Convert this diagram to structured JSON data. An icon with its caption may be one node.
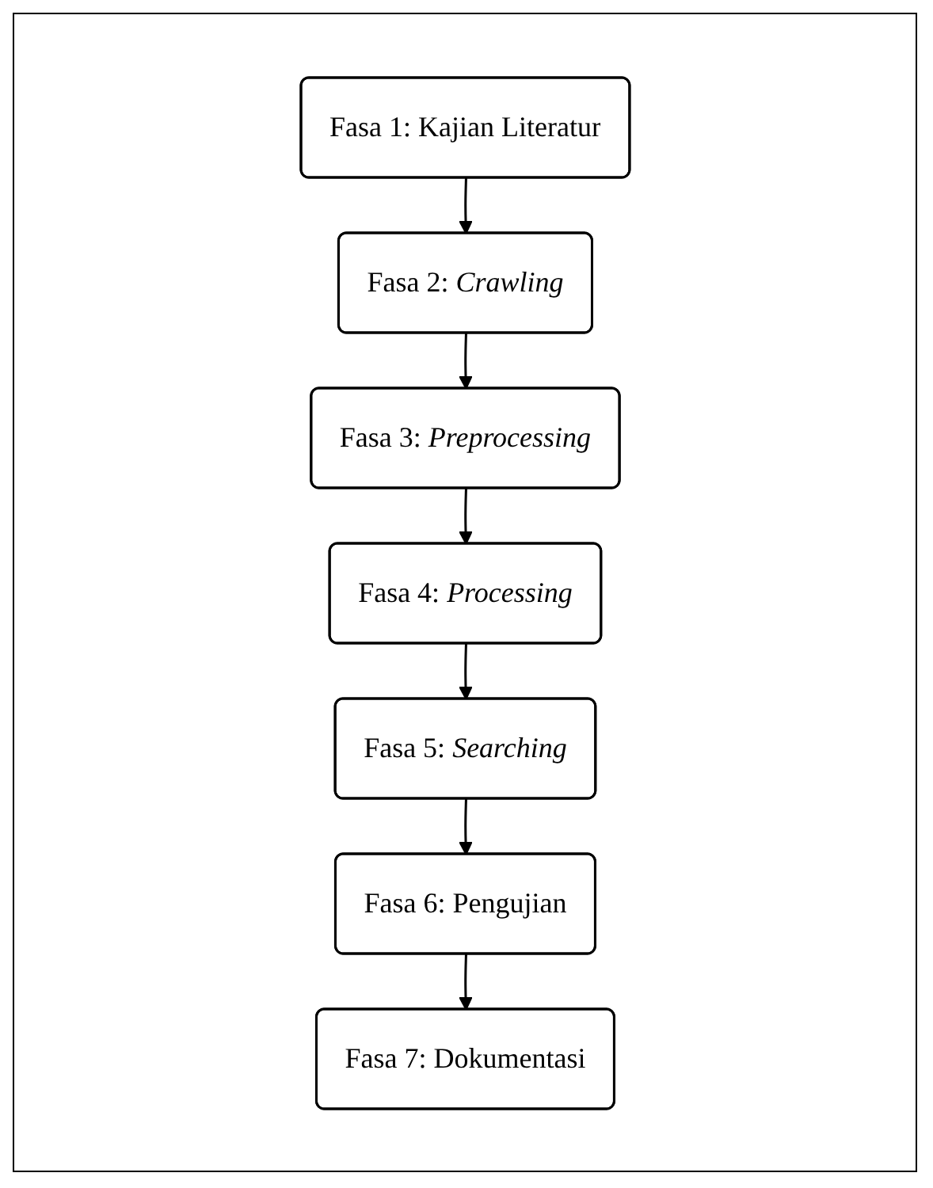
{
  "diagram": {
    "nodes": [
      {
        "text": [
          "Fasa 1: Kajian Literatur"
        ]
      },
      {
        "text": [
          "Fasa 2: *Crawling*"
        ]
      },
      {
        "text": [
          "Fasa 3: *Preprocessing*"
        ]
      },
      {
        "text": [
          "Fasa 4: *Processing*"
        ]
      },
      {
        "text": [
          "Fasa 5: *Searching*"
        ]
      },
      {
        "text": [
          "Fasa 6: Pengujian"
        ]
      },
      {
        "text": [
          "Fasa 7: Dokumentasi"
        ]
      }
    ],
    "edges": [
      {
        "from": 0,
        "to": 1,
        "arrow": "to"
      },
      {
        "from": 1,
        "to": 2,
        "arrow": "to"
      },
      {
        "from": 2,
        "to": 3,
        "arrow": "to"
      },
      {
        "from": 3,
        "to": 4,
        "arrow": "to"
      },
      {
        "from": 4,
        "to": 5,
        "arrow": "to"
      },
      {
        "from": 5,
        "to": 6,
        "arrow": "to"
      }
    ]
  }
}
